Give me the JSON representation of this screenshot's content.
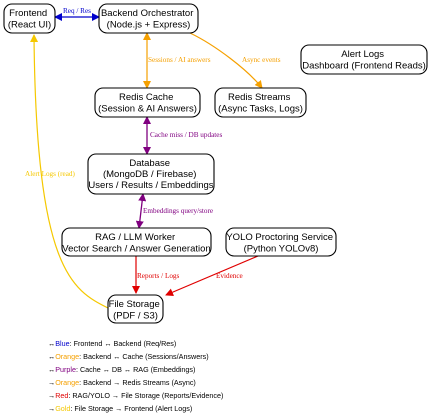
{
  "nodes": {
    "frontend": {
      "lines": [
        "Frontend",
        "(React UI)"
      ]
    },
    "orchestrator": {
      "lines": [
        "Backend Orchestrator",
        "(Node.js + Express)"
      ]
    },
    "alert_logs": {
      "lines": [
        "Alert Logs",
        "Dashboard (Frontend Reads)"
      ]
    },
    "redis_cache": {
      "lines": [
        "Redis Cache",
        "(Session & AI Answers)"
      ]
    },
    "redis_streams": {
      "lines": [
        "Redis Streams",
        "(Async Tasks, Logs)"
      ]
    },
    "database": {
      "lines": [
        "Database",
        "(MongoDB / Firebase)",
        "Users / Results / Embeddings"
      ]
    },
    "rag_worker": {
      "lines": [
        "RAG / LLM Worker",
        "Vector Search / Answer Generation"
      ]
    },
    "yolo": {
      "lines": [
        "YOLO Proctoring Service",
        "(Python YOLOv8)"
      ]
    },
    "file_storage": {
      "lines": [
        "File Storage",
        "(PDF / S3)"
      ]
    }
  },
  "edges": {
    "req_res": {
      "label": "Req / Res",
      "color": "#0000cc"
    },
    "sessions": {
      "label": "Sessions / AI answers",
      "color": "#f5a000"
    },
    "async_events": {
      "label": "Async events",
      "color": "#f5a000"
    },
    "cache_miss": {
      "label": "Cache miss / DB updates",
      "color": "#800080"
    },
    "embeddings": {
      "label": "Embeddings query/store",
      "color": "#800080"
    },
    "reports": {
      "label": "Reports / Logs",
      "color": "#e00000"
    },
    "evidence": {
      "label": "Evidence",
      "color": "#e00000"
    },
    "alert_read": {
      "label": "Alert Logs (read)",
      "color": "#f5c800"
    }
  },
  "legend": [
    {
      "arrow": "↔",
      "color_name": "Blue",
      "color": "#0000cc",
      "text": ": Frontend ↔ Backend (Req/Res)"
    },
    {
      "arrow": "↔",
      "color_name": "Orange",
      "color": "#f5a000",
      "text": ": Backend ↔ Cache (Sessions/Answers)"
    },
    {
      "arrow": "↔",
      "color_name": "Purple",
      "color": "#800080",
      "text": ": Cache ↔ DB ↔ RAG (Embeddings)"
    },
    {
      "arrow": "→",
      "color_name": "Orange",
      "color": "#f5a000",
      "text": ": Backend → Redis Streams (Async)"
    },
    {
      "arrow": "→",
      "color_name": "Red",
      "color": "#e00000",
      "text": ": RAG/YOLO → File Storage (Reports/Evidence)"
    },
    {
      "arrow": "→",
      "color_name": "Gold",
      "color": "#f5c800",
      "text": ": File Storage → Frontend (Alert Logs)"
    }
  ]
}
